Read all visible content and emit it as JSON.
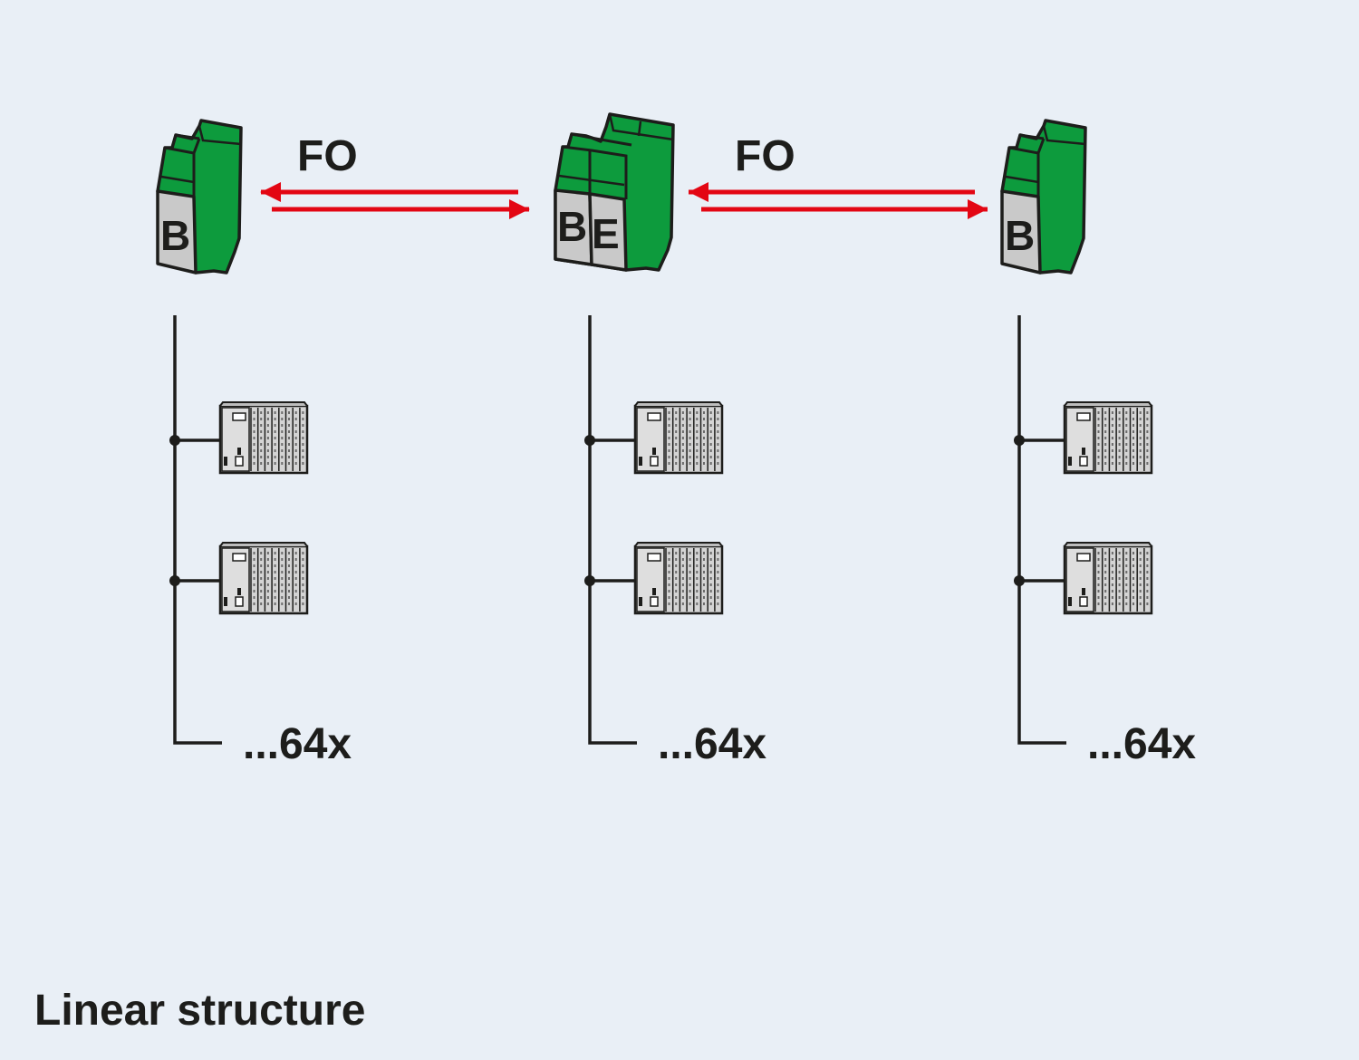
{
  "colors": {
    "background": "#e9eff6",
    "module_green": "#0d9b3d",
    "module_face": "#c9c9c9",
    "fiber_red": "#e30613",
    "line": "#1d1d1b"
  },
  "links": [
    {
      "label": "FO"
    },
    {
      "label": "FO"
    }
  ],
  "stations": [
    {
      "module_letters": [
        "B"
      ],
      "device_icons": [
        "io-station-icon",
        "io-station-icon"
      ],
      "count_label": "...64x"
    },
    {
      "module_letters": [
        "B",
        "E"
      ],
      "device_icons": [
        "io-station-icon",
        "io-station-icon"
      ],
      "count_label": "...64x"
    },
    {
      "module_letters": [
        "B"
      ],
      "device_icons": [
        "io-station-icon",
        "io-station-icon"
      ],
      "count_label": "...64x"
    }
  ],
  "caption": "Linear structure"
}
